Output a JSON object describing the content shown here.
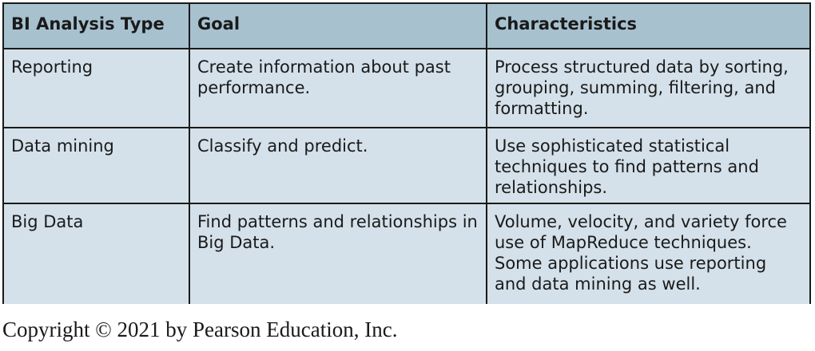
{
  "table": {
    "headers": [
      "BI Analysis Type",
      "Goal",
      "Characteristics"
    ],
    "rows": [
      {
        "type": "Reporting",
        "goal": "Create information about past performance.",
        "characteristics": "Process structured data by sorting, grouping, summing, filtering, and formatting."
      },
      {
        "type": "Data mining",
        "goal": "Classify and predict.",
        "characteristics": "Use sophisticated statistical techniques to find patterns and relationships."
      },
      {
        "type": "Big Data",
        "goal": "Find patterns and relationships in Big Data.",
        "characteristics": "Volume, velocity, and variety force use of MapReduce techniques. Some applications use reporting and data mining as well."
      }
    ]
  },
  "footer": {
    "copyright": "Copyright © 2021 by Pearson Education, Inc."
  },
  "colors": {
    "header_bg": "#a7c1cf",
    "body_bg": "#d4e1ea",
    "border": "#1a1a1a"
  }
}
